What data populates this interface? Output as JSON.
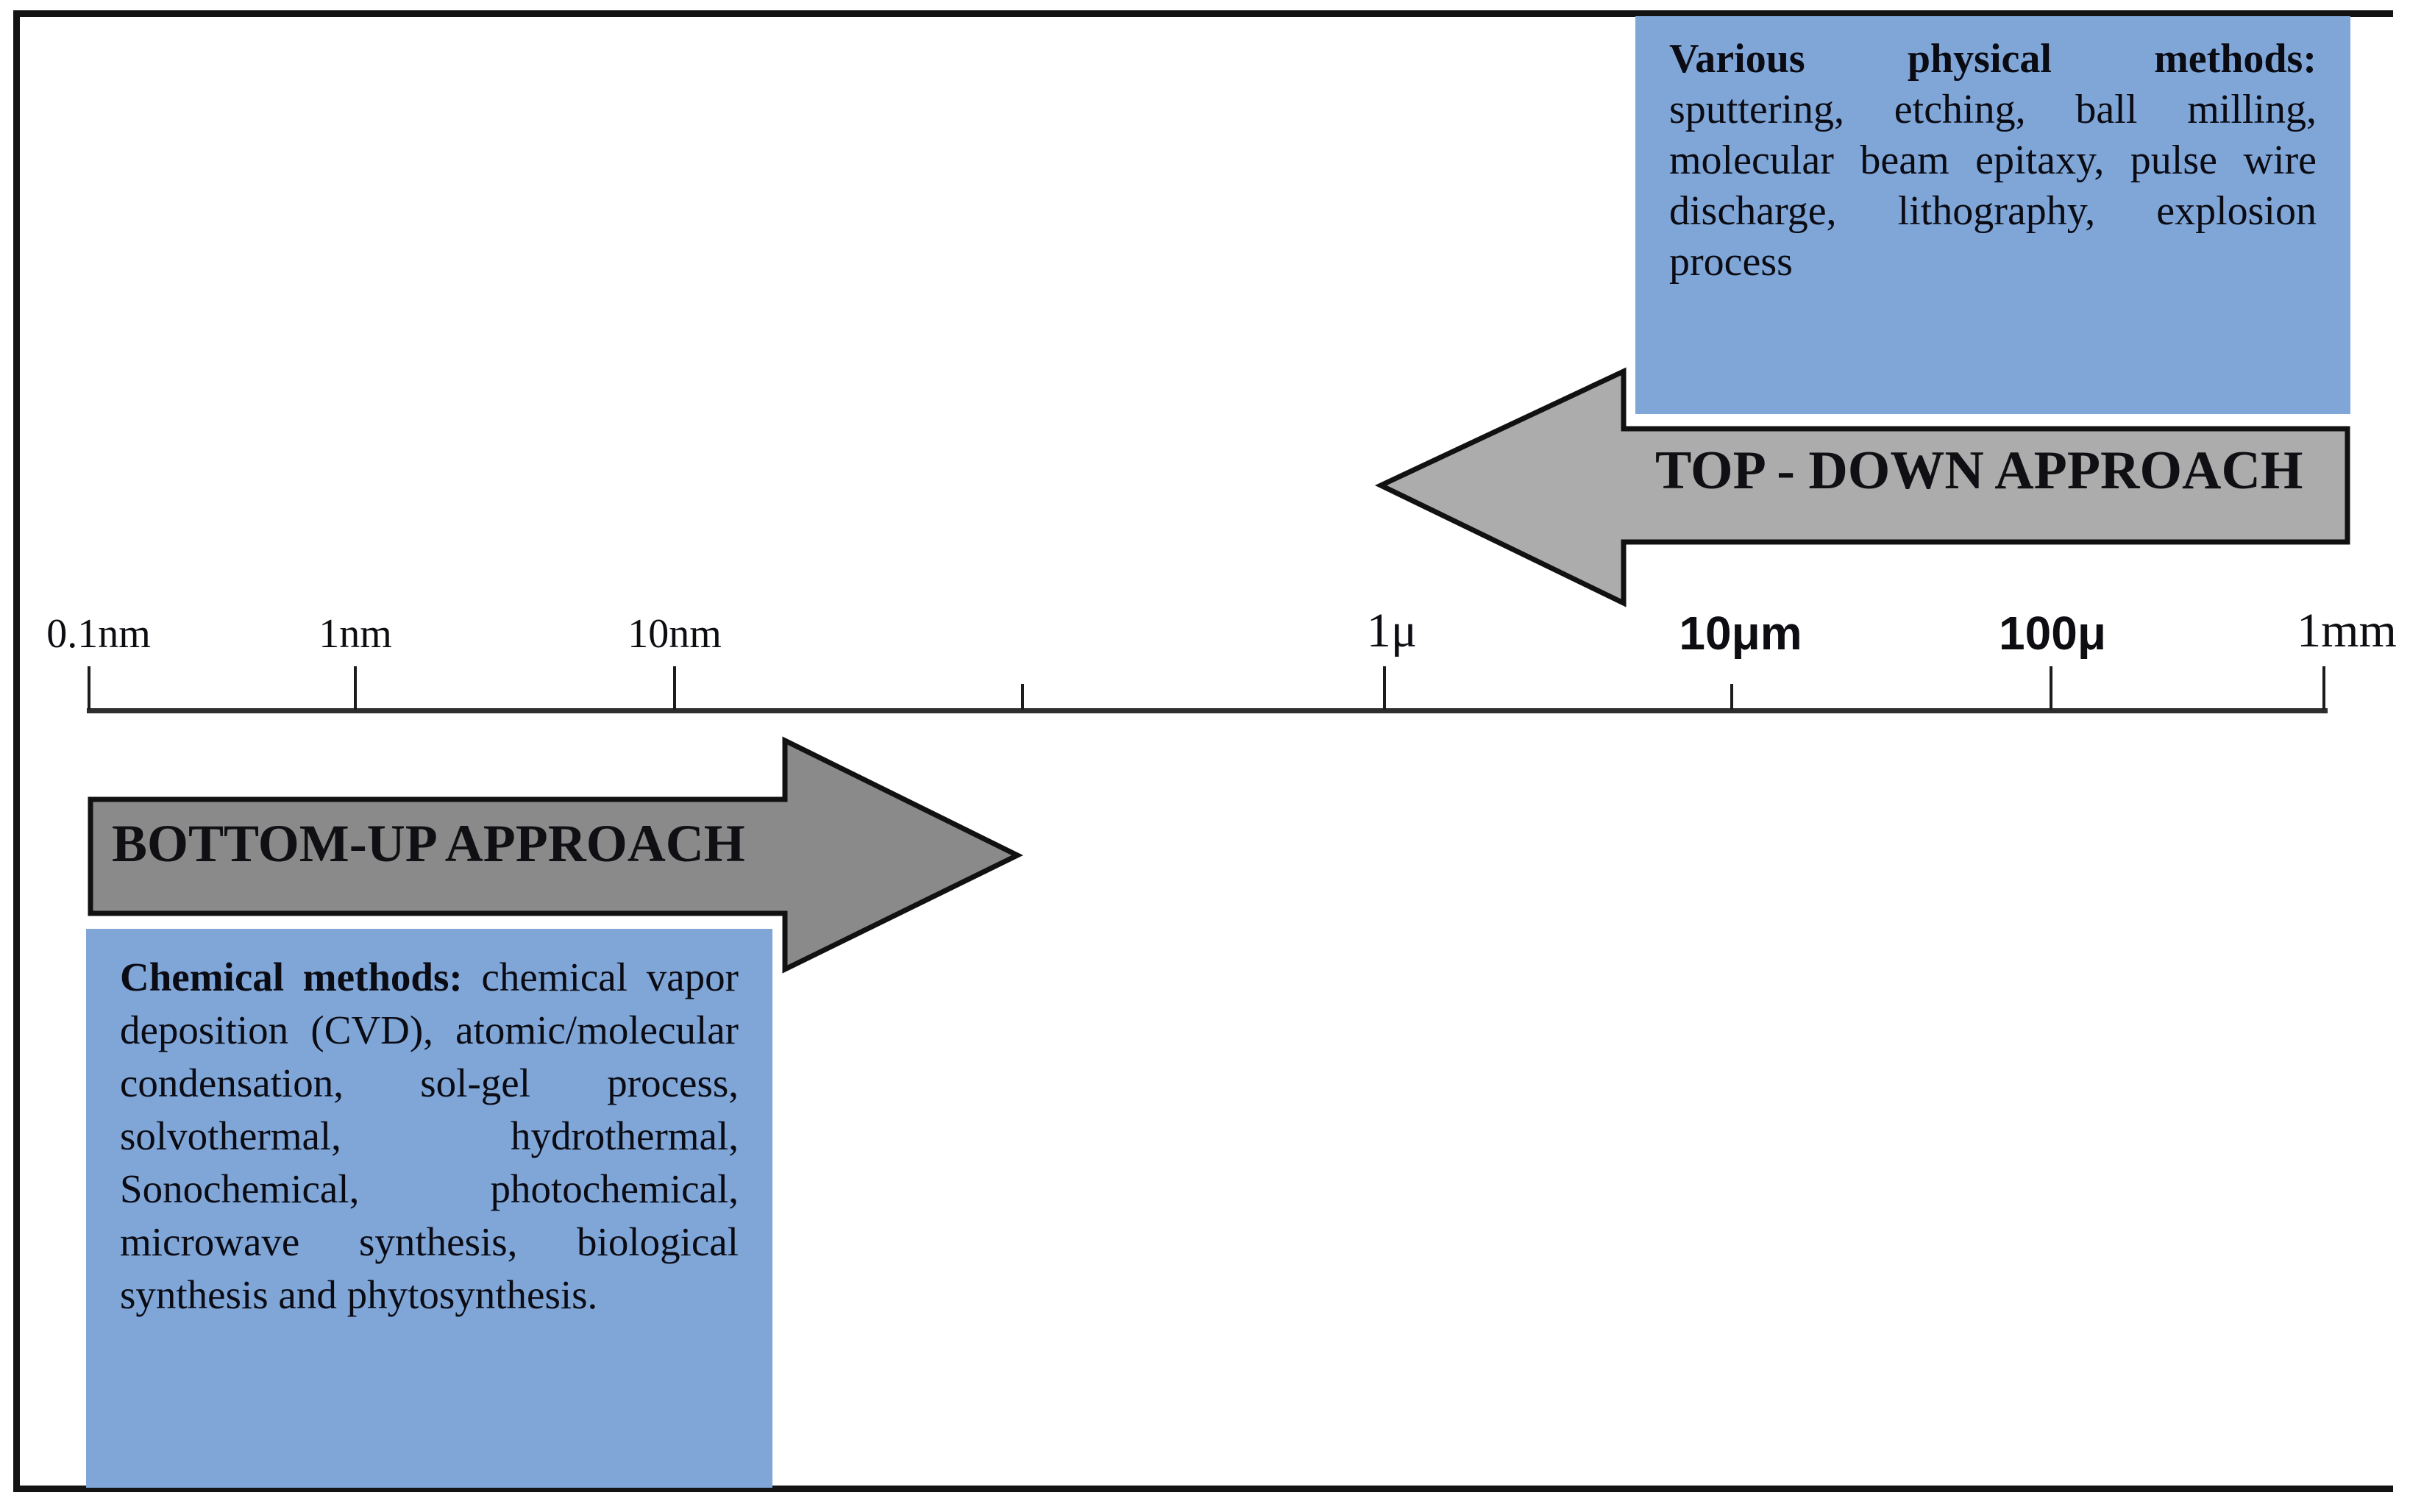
{
  "colors": {
    "box_blue": "#7FA6D7",
    "arrow_gray_top": "#ACACAC",
    "arrow_gray_bottom": "#8A8A8A",
    "outline_black": "#111111",
    "text_dark": "#0B0B14"
  },
  "top_box": {
    "lead_bold": "Various physical methods:",
    "body_text": " sputtering, etching, ball milling, molecular beam epitaxy, pulse wire discharge, lithography, explosion process"
  },
  "top_arrow": {
    "label": "TOP - DOWN APPROACH",
    "direction": "left"
  },
  "bottom_arrow": {
    "label": "BOTTOM-UP APPROACH",
    "direction": "right"
  },
  "bottom_box": {
    "lead_bold": "Chemical methods:",
    "body_text": " chemical vapor deposition (CVD), atomic/molecular condensation, sol-gel process, solvothermal, hydrothermal, Sonochemical, photochemical, microwave synthesis, biological synthesis and phytosynthesis."
  },
  "scale_axis": {
    "ticks": [
      {
        "label": "0.1nm"
      },
      {
        "label": "1nm"
      },
      {
        "label": "10nm"
      },
      {
        "label": ""
      },
      {
        "label": "1μ"
      },
      {
        "label": "10μm"
      },
      {
        "label": "100μ"
      },
      {
        "label": "1mm"
      }
    ]
  }
}
